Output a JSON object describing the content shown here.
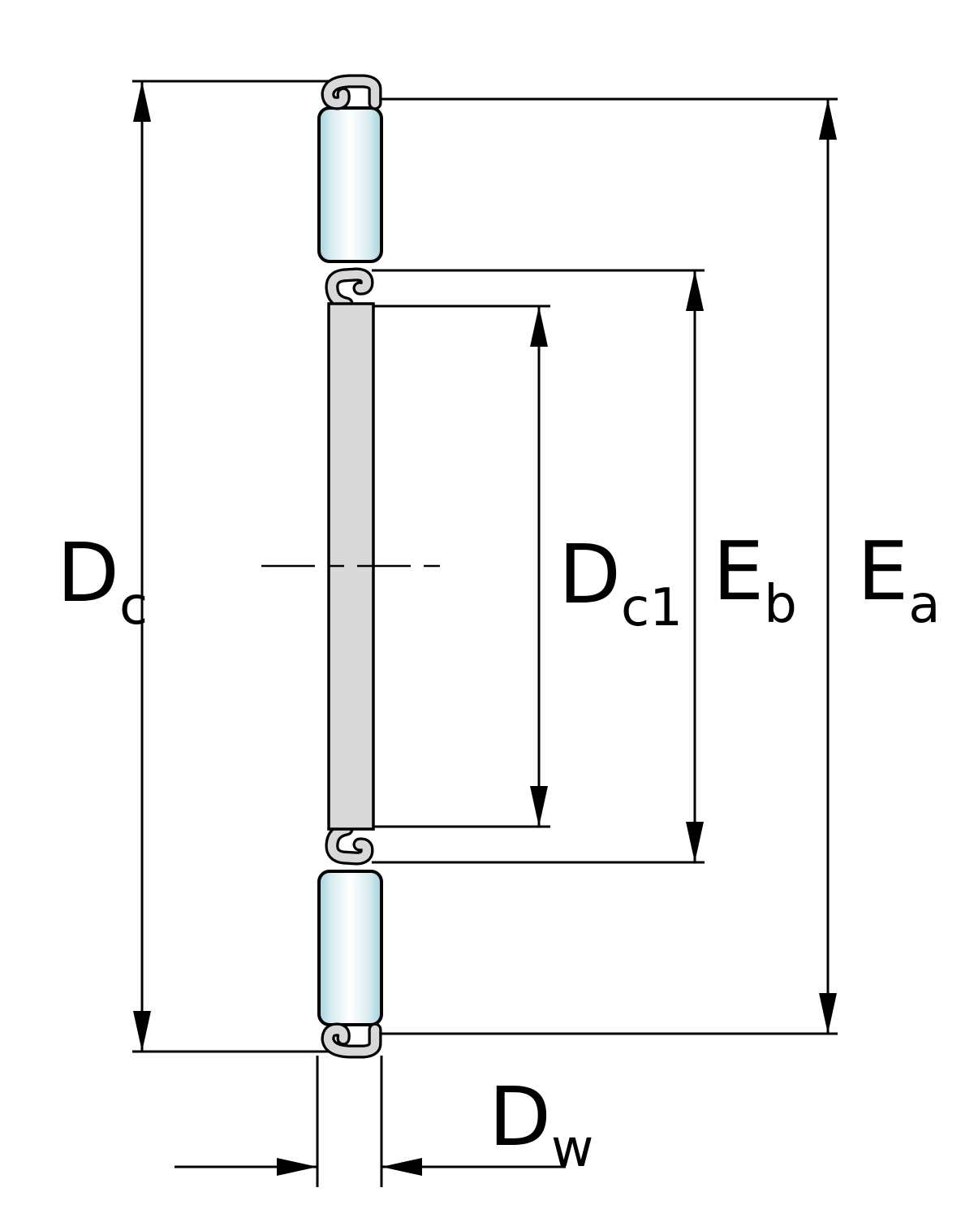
{
  "figure": {
    "kind": "engineering-dimension-diagram",
    "subject": "thrust needle roller and cage assembly cross-section",
    "labels": {
      "dc": {
        "main": "D",
        "sub": "c"
      },
      "dc1": {
        "main": "D",
        "sub": "c1"
      },
      "eb": {
        "main": "E",
        "sub": "b"
      },
      "ea": {
        "main": "E",
        "sub": "a"
      },
      "dw": {
        "main": "D",
        "sub": "w"
      }
    },
    "colors": {
      "background": "#ffffff",
      "outline": "#000000",
      "cage_fill": "#d8d8d8",
      "roller_edge": "#a3d2dc",
      "roller_mid": "#d8ecf1",
      "roller_center": "#ffffff"
    }
  }
}
